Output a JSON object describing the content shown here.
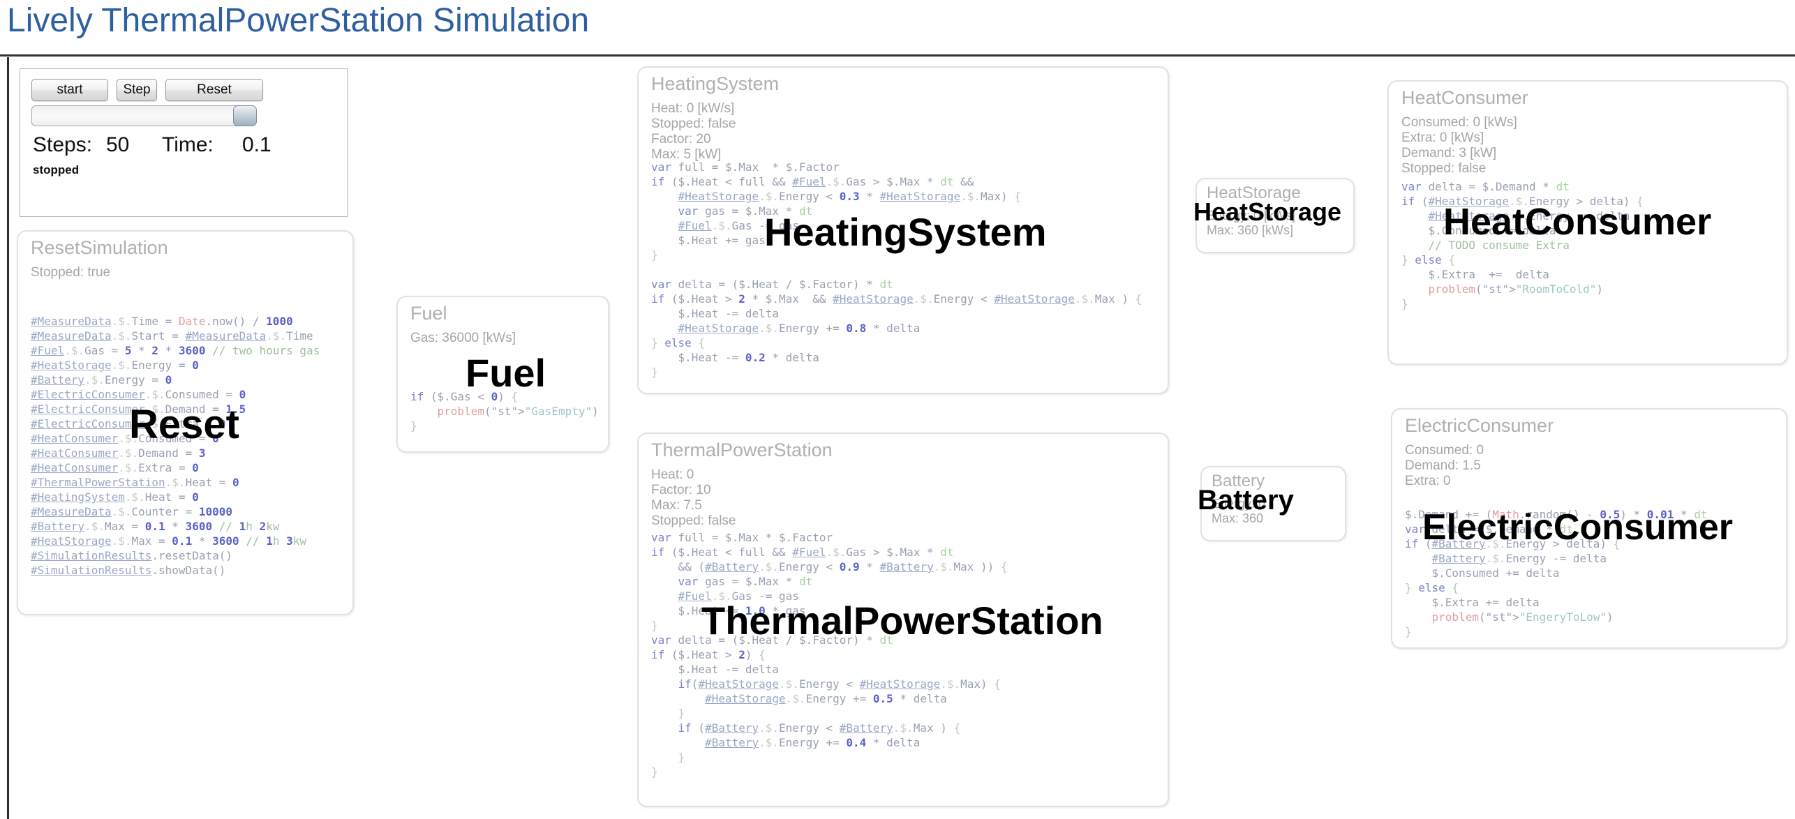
{
  "page": {
    "title": "Lively ThermalPowerStation Simulation",
    "title_color": "#2e5f9e"
  },
  "sim_control": {
    "start_label": "start",
    "step_label": "Step",
    "reset_label": "Reset",
    "steps_label": "Steps:",
    "steps_value": "50",
    "time_label": "Time:",
    "time_value": "0.1",
    "status": "stopped"
  },
  "cards": {
    "reset_simulation": {
      "title": "ResetSimulation",
      "props": "Stopped: true",
      "watermark": "Reset",
      "code_lines": [
        "#MeasureData.$.Time = Date.now() / 1000",
        "#MeasureData.$.Start = #MeasureData.$.Time",
        "#Fuel.$.Gas = 5 * 2 * 3600 // two hours gas",
        "#HeatStorage.$.Energy = 0",
        "#Battery.$.Energy = 0",
        "#ElectricConsumer.$.Consumed = 0",
        "#ElectricConsumer.$.Demand = 1.5",
        "#ElectricConsumer.$.Extra = 0",
        "#HeatConsumer.$.Consumed = 0",
        "#HeatConsumer.$.Demand = 3",
        "#HeatConsumer.$.Extra = 0",
        "#ThermalPowerStation.$.Heat = 0",
        "#HeatingSystem.$.Heat = 0",
        "#MeasureData.$.Counter = 10000",
        "#Battery.$.Max = 0.1 * 3600 // 1h 2kw",
        "#HeatStorage.$.Max = 0.1 * 3600 // 1h 3kw",
        "#SimulationResults.resetData()",
        "#SimulationResults.showData()"
      ]
    },
    "fuel": {
      "title": "Fuel",
      "props": "Gas: 36000 [kWs]",
      "watermark": "Fuel",
      "code_lines": [
        "if ($.Gas < 0) {",
        "    problem(\"GasEmpty\")",
        "}"
      ]
    },
    "heating_system": {
      "title": "HeatingSystem",
      "props": "Heat: 0 [kW/s]\nStopped: false\nFactor: 20\nMax: 5 [kW]",
      "watermark": "HeatingSystem",
      "code_lines": [
        "var full = $.Max  * $.Factor",
        "if ($.Heat < full && #Fuel.$.Gas > $.Max * dt &&",
        "    #HeatStorage.$.Energy < 0.3 * #HeatStorage.$.Max) {",
        "    var gas = $.Max * dt",
        "    #Fuel.$.Gas -= gas",
        "    $.Heat += gas",
        "}",
        "",
        "var delta = ($.Heat / $.Factor) * dt",
        "if ($.Heat > 2 * $.Max  && #HeatStorage.$.Energy < #HeatStorage.$.Max ) {",
        "    $.Heat -= delta",
        "    #HeatStorage.$.Energy += 0.8 * delta",
        "} else {",
        "    $.Heat -= 0.2 * delta",
        "}"
      ]
    },
    "thermal_power_station": {
      "title": "ThermalPowerStation",
      "props": "Heat: 0\nFactor: 10\nMax: 7.5\nStopped: false",
      "watermark": "ThermalPowerStation",
      "code_lines": [
        "var full = $.Max * $.Factor",
        "if ($.Heat < full && #Fuel.$.Gas > $.Max * dt",
        "    && (#Battery.$.Energy < 0.9 * #Battery.$.Max )) {",
        "    var gas = $.Max * dt",
        "    #Fuel.$.Gas -= gas",
        "    $.Heat += 1.0 * gas",
        "}",
        "var delta = ($.Heat / $.Factor) * dt",
        "if ($.Heat > 2) {",
        "    $.Heat -= delta",
        "    if(#HeatStorage.$.Energy < #HeatStorage.$.Max) {",
        "        #HeatStorage.$.Energy += 0.5 * delta",
        "    }",
        "    if (#Battery.$.Energy < #Battery.$.Max ) {",
        "        #Battery.$.Energy += 0.4 * delta",
        "    }",
        "}"
      ]
    },
    "heat_storage": {
      "title": "HeatStorage",
      "props": "Energy: 0 [kWs]\nMax: 360 [kWs]",
      "watermark": "HeatStorage",
      "code_lines": []
    },
    "battery": {
      "title": "Battery",
      "props": "Energy: 0\nMax: 360",
      "watermark": "Battery",
      "code_lines": []
    },
    "heat_consumer": {
      "title": "HeatConsumer",
      "props": "Consumed: 0 [kWs]\nExtra: 0 [kWs]\nDemand: 3 [kW]\nStopped: false",
      "watermark": "HeatConsumer",
      "code_lines": [
        "var delta = $.Demand * dt",
        "if (#HeatStorage.$.Energy > delta) {",
        "    #HeatStorage.$.Energy -= delta",
        "    $.Consumed += delta",
        "    // TODO consume Extra",
        "} else {",
        "    $.Extra  +=  delta",
        "    problem(\"RoomToCold\")",
        "}"
      ]
    },
    "electric_consumer": {
      "title": "ElectricConsumer",
      "props": "Consumed: 0\nDemand: 1.5\nExtra: 0",
      "watermark": "ElectricConsumer",
      "code_lines": [
        "$.Demand += (Math.random() - 0.5) * 0.01 * dt",
        "var delta = $.Demand * dt",
        "if (#Battery.$.Energy > delta) {",
        "    #Battery.$.Energy -= delta",
        "    $.Consumed += delta",
        "} else {",
        "    $.Extra += delta",
        "    problem(\"EngeryToLow\")",
        "}"
      ]
    }
  }
}
